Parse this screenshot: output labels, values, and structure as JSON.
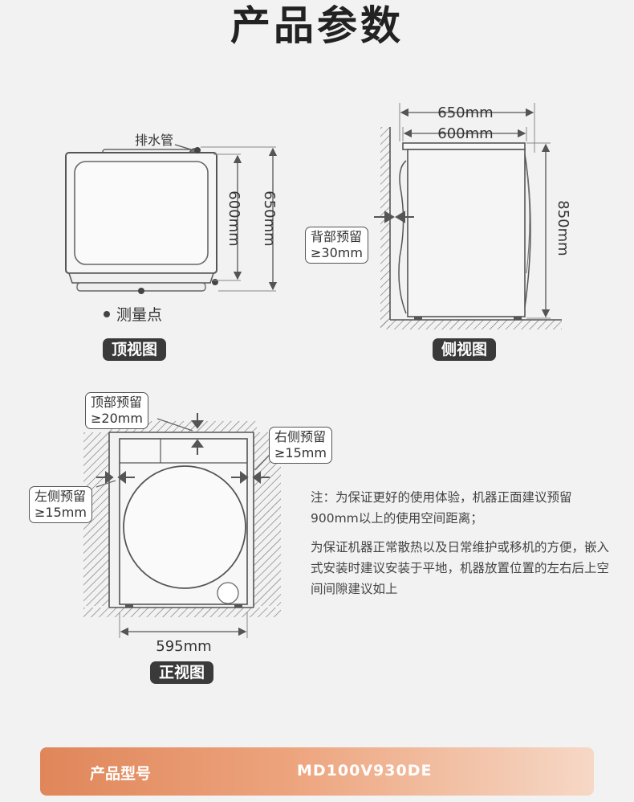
{
  "title": "产品参数",
  "top_view": {
    "tag": "顶视图",
    "drain_label": "排水管",
    "dim_600": "600mm",
    "dim_650": "650mm",
    "legend": "测量点"
  },
  "side_view": {
    "tag": "侧视图",
    "dim_650": "650mm",
    "dim_600": "600mm",
    "dim_850": "850mm",
    "back_gap_line1": "背部预留",
    "back_gap_line2": "≥30mm"
  },
  "front_view": {
    "tag": "正视图",
    "width": "595mm",
    "top_gap_line1": "顶部预留",
    "top_gap_line2": "≥20mm",
    "right_gap_line1": "右侧预留",
    "right_gap_line2": "≥15mm",
    "left_gap_line1": "左侧预留",
    "left_gap_line2": "≥15mm"
  },
  "notes": [
    "注：为保证更好的使用体验，机器正面建议预留900mm以上的使用空间距离；",
    "为保证机器正常散热以及日常维护或移机的方便，嵌入式安装时建议安装于平地，机器放置位置的左右后上空间间隙建议如上"
  ],
  "model": {
    "label": "产品型号",
    "value": "MD100V930DE"
  },
  "colors": {
    "line": "#555555",
    "tag_bg": "#3a3a3a",
    "bar_start": "#e0865a",
    "bar_end": "#f6d8c6"
  }
}
